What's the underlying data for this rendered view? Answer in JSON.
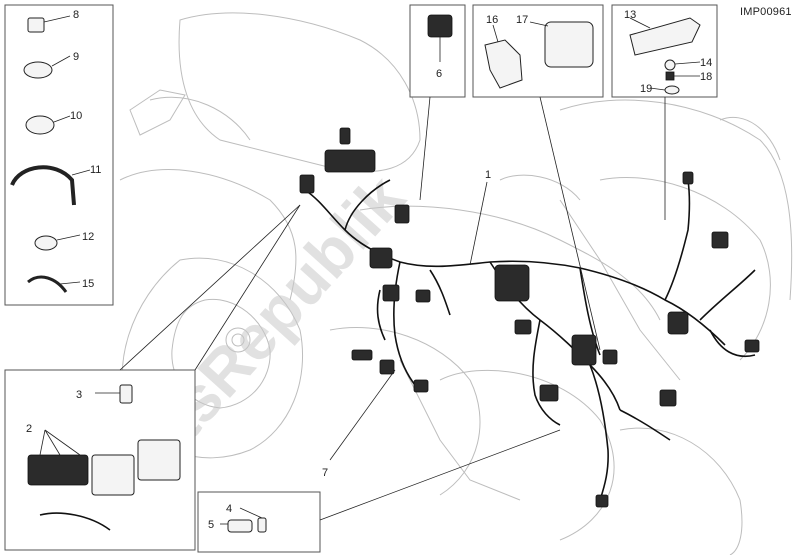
{
  "diagram": {
    "code": "IMP00961",
    "watermark": "PartsRepublik",
    "callouts": {
      "c1": "1",
      "c2": "2",
      "c3": "3",
      "c4": "4",
      "c5": "5",
      "c6": "6",
      "c7": "7",
      "c8": "8",
      "c9": "9",
      "c10": "10",
      "c11": "11",
      "c12": "12",
      "c13": "13",
      "c14": "14",
      "c15": "15",
      "c16": "16",
      "c17": "17",
      "c18": "18",
      "c19": "19"
    }
  }
}
